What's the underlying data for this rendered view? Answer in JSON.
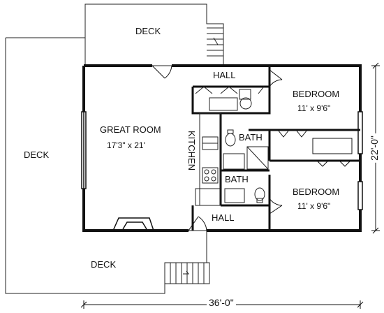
{
  "rooms": {
    "deck_top": "DECK",
    "deck_left": "DECK",
    "deck_bottom": "DECK",
    "hall_top": "HALL",
    "hall_bottom": "HALL",
    "great_room": "GREAT ROOM",
    "great_room_size": "17'3\" x 21'",
    "kitchen": "KITCHEN",
    "bath_upper": "BATH",
    "bath_lower": "BATH",
    "bedroom_upper": "BEDROOM",
    "bedroom_upper_size": "11' x 9'6\"",
    "bedroom_lower": "BEDROOM",
    "bedroom_lower_size": "11' x 9'6\""
  },
  "dimensions": {
    "width": "36'-0\"",
    "depth": "22'-0\""
  },
  "colors": {
    "wall": "#111111",
    "line": "#222222",
    "background": "#ffffff"
  }
}
